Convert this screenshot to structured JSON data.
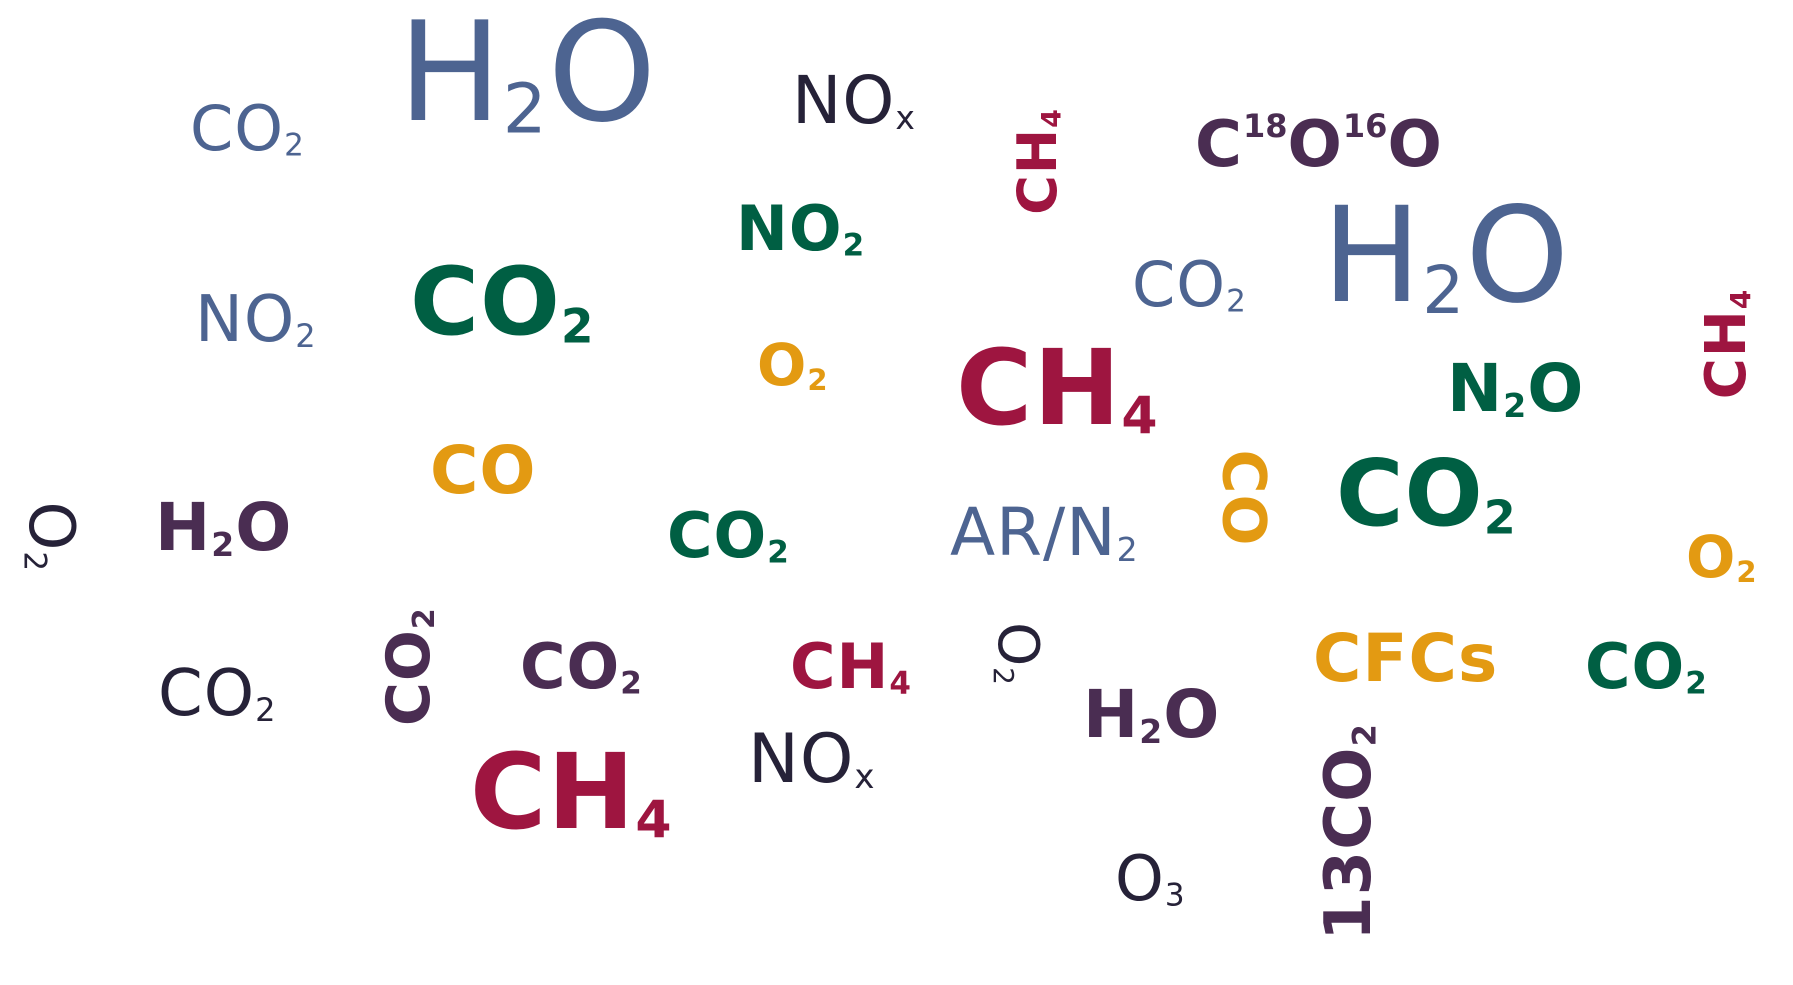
{
  "colors": {
    "blue": "#4d6491",
    "green": "#005f43",
    "red": "#9e1540",
    "orange": "#e39a12",
    "purple": "#4a2d52",
    "dark": "#262238"
  },
  "words": [
    {
      "id": "w01",
      "main": "CO",
      "sub": "2"
    },
    {
      "id": "w02",
      "main": "H",
      "sub": "2",
      "tail": "O"
    },
    {
      "id": "w03",
      "main": "NO",
      "sub": "x"
    },
    {
      "id": "w04",
      "main": "CH",
      "sub": "4"
    },
    {
      "id": "w05",
      "main": "C",
      "sup1": "18",
      "mid": "O",
      "sup2": "16",
      "tail": "O"
    },
    {
      "id": "w06",
      "main": "NO",
      "sub": "2"
    },
    {
      "id": "w07",
      "main": "CO",
      "sub": "2"
    },
    {
      "id": "w08",
      "main": "H",
      "sub": "2",
      "tail": "O"
    },
    {
      "id": "w09",
      "main": "CH",
      "sub": "4"
    },
    {
      "id": "w10",
      "main": "NO",
      "sub": "2"
    },
    {
      "id": "w11",
      "main": "CO",
      "sub": "2"
    },
    {
      "id": "w12",
      "main": "O",
      "sub": "2"
    },
    {
      "id": "w13",
      "main": "CH",
      "sub": "4"
    },
    {
      "id": "w14",
      "main": "N",
      "sub": "2",
      "tail": "O"
    },
    {
      "id": "w15",
      "main": "CO"
    },
    {
      "id": "w16",
      "main": "CO"
    },
    {
      "id": "w17",
      "main": "CO",
      "sub": "2"
    },
    {
      "id": "w18",
      "main": "O",
      "sub": "2"
    },
    {
      "id": "w19",
      "main": "H",
      "sub": "2",
      "tail": "O"
    },
    {
      "id": "w20",
      "main": "CO",
      "sub": "2"
    },
    {
      "id": "w21",
      "main": "AR/N",
      "sub": "2"
    },
    {
      "id": "w22",
      "main": "O",
      "sub": "2"
    },
    {
      "id": "w23",
      "main": "CO",
      "sub": "2"
    },
    {
      "id": "w24",
      "main": "CO",
      "sub": "2"
    },
    {
      "id": "w25",
      "main": "CO",
      "sub": "2"
    },
    {
      "id": "w26",
      "main": "CH",
      "sub": "4"
    },
    {
      "id": "w27",
      "main": "O",
      "sub": "2"
    },
    {
      "id": "w28",
      "main": "CFCs"
    },
    {
      "id": "w29",
      "main": "CO",
      "sub": "2"
    },
    {
      "id": "w30",
      "main": "H",
      "sub": "2",
      "tail": "O"
    },
    {
      "id": "w31",
      "main": "CH",
      "sub": "4"
    },
    {
      "id": "w32",
      "main": "NO",
      "sub": "x"
    },
    {
      "id": "w33",
      "main": "13CO",
      "sub": "2"
    },
    {
      "id": "w34",
      "main": "O",
      "sub": "3"
    }
  ]
}
